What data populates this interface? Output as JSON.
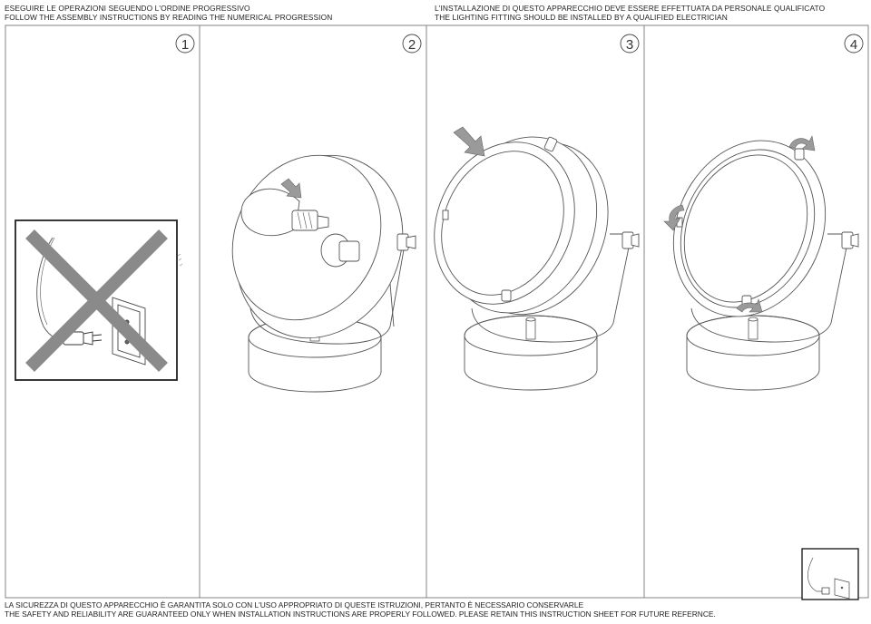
{
  "header_left": {
    "line1": "ESEGUIRE LE OPERAZIONI SEGUENDO L'ORDINE PROGRESSIVO",
    "line2": "FOLLOW THE ASSEMBLY INSTRUCTIONS BY READING THE NUMERICAL PROGRESSION"
  },
  "header_right": {
    "line1": "L'INSTALLAZIONE DI QUESTO APPARECCHIO DEVE ESSERE EFFETTUATA DA PERSONALE QUALIFICATO",
    "line2": "THE LIGHTING FITTING SHOULD BE INSTALLED BY A QUALIFIED ELECTRICIAN"
  },
  "steps": [
    {
      "number": "1"
    },
    {
      "number": "2"
    },
    {
      "number": "3"
    },
    {
      "number": "4"
    }
  ],
  "footer": {
    "line1": "LA SICUREZZA DI QUESTO APPARECCHIO È GARANTITA SOLO CON L'USO APPROPRIATO DI QUESTE ISTRUZIONI, PERTANTO È NECESSARIO CONSERVARLE",
    "line2": "THE SAFETY AND RELIABILITY ARE GUARANTEED ONLY WHEN INSTALLATION INSTRUCTIONS ARE PROPERLY FOLLOWED. PLEASE RETAIN THIS INSTRUCTION SHEET FOR FUTURE REFERNCE."
  },
  "colors": {
    "line": "#555555",
    "cross": "#8a8a8a",
    "arrow": "#9a9a9a"
  }
}
